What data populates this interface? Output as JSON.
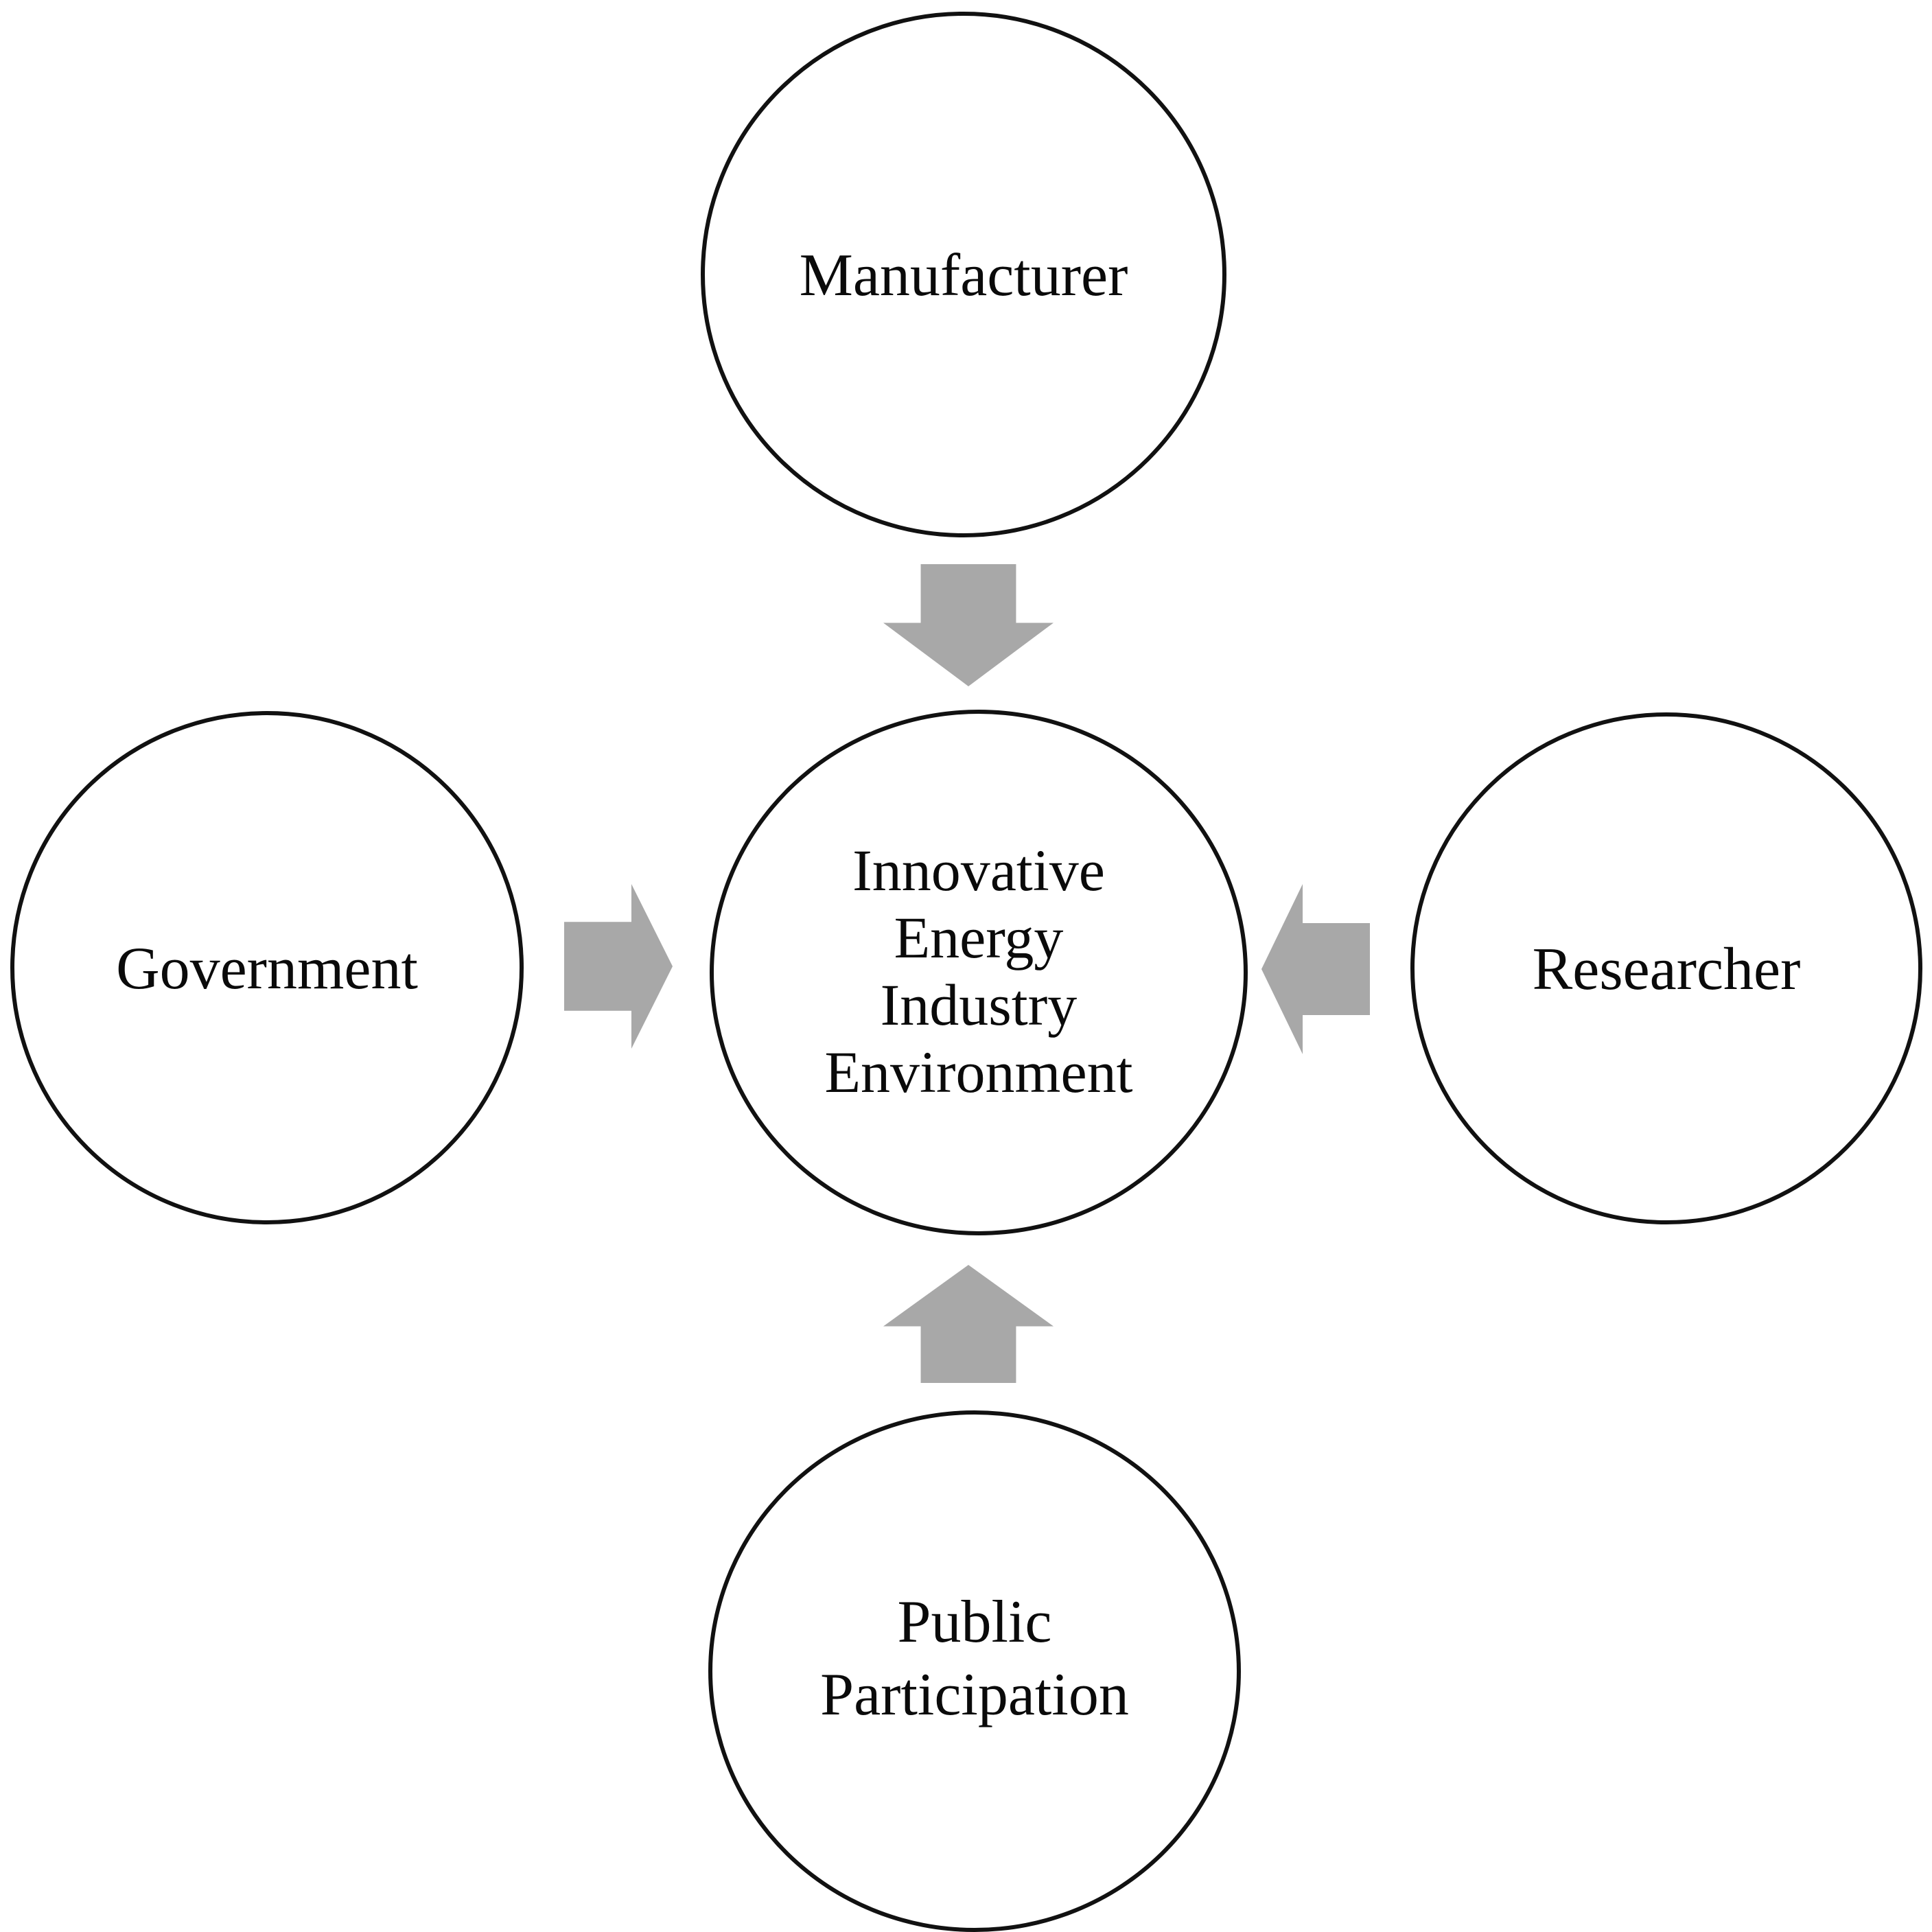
{
  "diagram": {
    "title": "Innovative Energy Industry Environment stakeholder diagram",
    "background_color": "#FFFFFF",
    "node_fill_color": "#FFFFFF",
    "node_border_color": "#111111",
    "arrow_color": "#A8A8A8",
    "text_color": "#0A0A0A",
    "center": {
      "id": "innovative-energy-industry-environment",
      "label": "Innovative\nEnergy\nIndustry\nEnvironment",
      "lines": [
        "Innovative",
        "Energy",
        "Industry",
        "Environment"
      ]
    },
    "nodes": [
      {
        "id": "manufacturer",
        "label": "Manufacturer",
        "lines": [
          "Manufacturer"
        ],
        "position": "top"
      },
      {
        "id": "government",
        "label": "Government",
        "lines": [
          "Government"
        ],
        "position": "left"
      },
      {
        "id": "researcher",
        "label": "Researcher",
        "lines": [
          "Researcher"
        ],
        "position": "right"
      },
      {
        "id": "public-participation",
        "label": "Public\nParticipation",
        "lines": [
          "Public",
          "Participation"
        ],
        "position": "bottom"
      }
    ],
    "arrows": [
      {
        "id": "manufacturer-to-center",
        "from": "manufacturer",
        "to": "innovative-energy-industry-environment",
        "direction": "down"
      },
      {
        "id": "government-to-center",
        "from": "government",
        "to": "innovative-energy-industry-environment",
        "direction": "right"
      },
      {
        "id": "researcher-to-center",
        "from": "researcher",
        "to": "innovative-energy-industry-environment",
        "direction": "left"
      },
      {
        "id": "public-participation-to-center",
        "from": "public-participation",
        "to": "innovative-energy-industry-environment",
        "direction": "up"
      }
    ]
  }
}
